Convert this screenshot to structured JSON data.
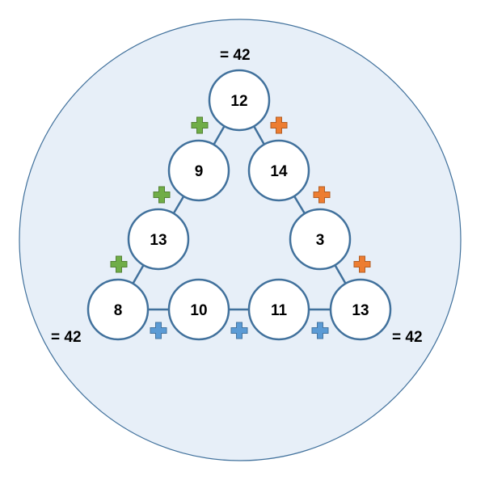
{
  "puzzle": {
    "sums": {
      "top": "= 42",
      "left": "= 42",
      "right": "= 42"
    },
    "nodes": [
      {
        "id": "top",
        "value": "12"
      },
      {
        "id": "left-1",
        "value": "9"
      },
      {
        "id": "left-2",
        "value": "13"
      },
      {
        "id": "bottom-left",
        "value": "8"
      },
      {
        "id": "bottom-1",
        "value": "10"
      },
      {
        "id": "bottom-2",
        "value": "11"
      },
      {
        "id": "bottom-right",
        "value": "13"
      },
      {
        "id": "right-2",
        "value": "3"
      },
      {
        "id": "right-1",
        "value": "14"
      }
    ],
    "operators": {
      "left_side": {
        "symbol": "plus",
        "color": "#70ad47"
      },
      "right_side": {
        "symbol": "plus",
        "color": "#ed7d31"
      },
      "bottom_side": {
        "symbol": "plus",
        "color": "#5b9bd5"
      }
    },
    "colors": {
      "background_circle": "#e7eff8",
      "circle_border": "#41719c",
      "node_fill": "#ffffff"
    }
  }
}
